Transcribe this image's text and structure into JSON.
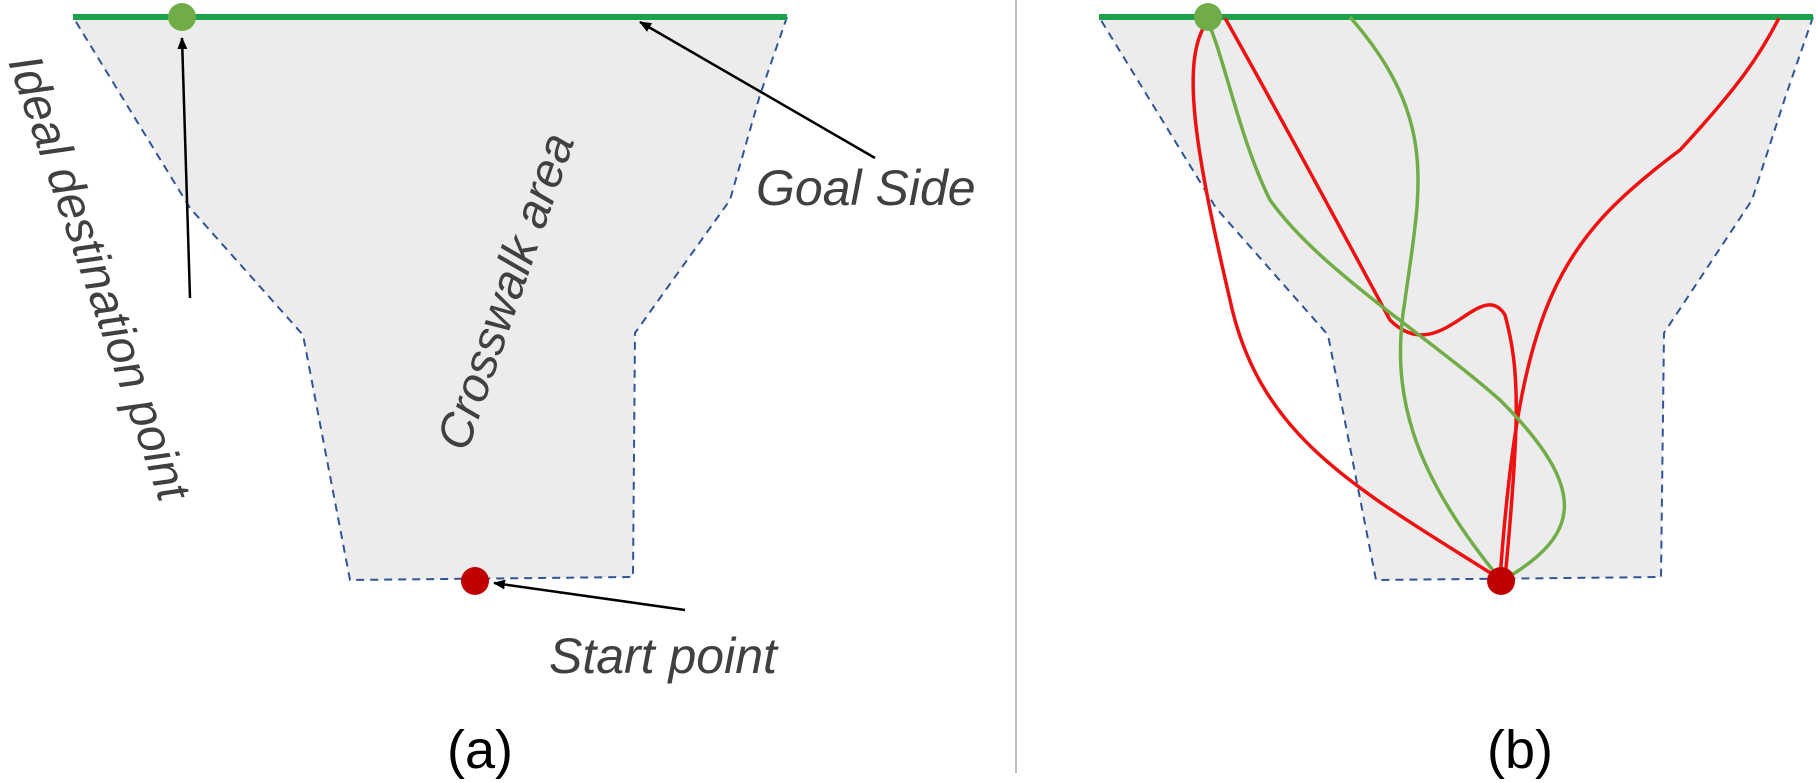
{
  "panel_a": {
    "caption": "(a)",
    "labels": {
      "ideal_destination": "Ideal destination point",
      "crosswalk_area": "Crosswalk area",
      "goal_side": "Goal Side",
      "start_point": "Start point"
    }
  },
  "panel_b": {
    "caption": "(b)"
  },
  "colors": {
    "goal_line": "#1aa34a",
    "destination_point": "#70ad47",
    "start_point": "#c00000",
    "area_fill": "#ececec",
    "area_border": "#2f5597",
    "trajectory_good": "#70ad47",
    "trajectory_bad": "#ee1111",
    "divider": "#bfbfbf"
  },
  "icons": [
    "destination-point-marker",
    "start-point-marker",
    "arrow-head"
  ]
}
